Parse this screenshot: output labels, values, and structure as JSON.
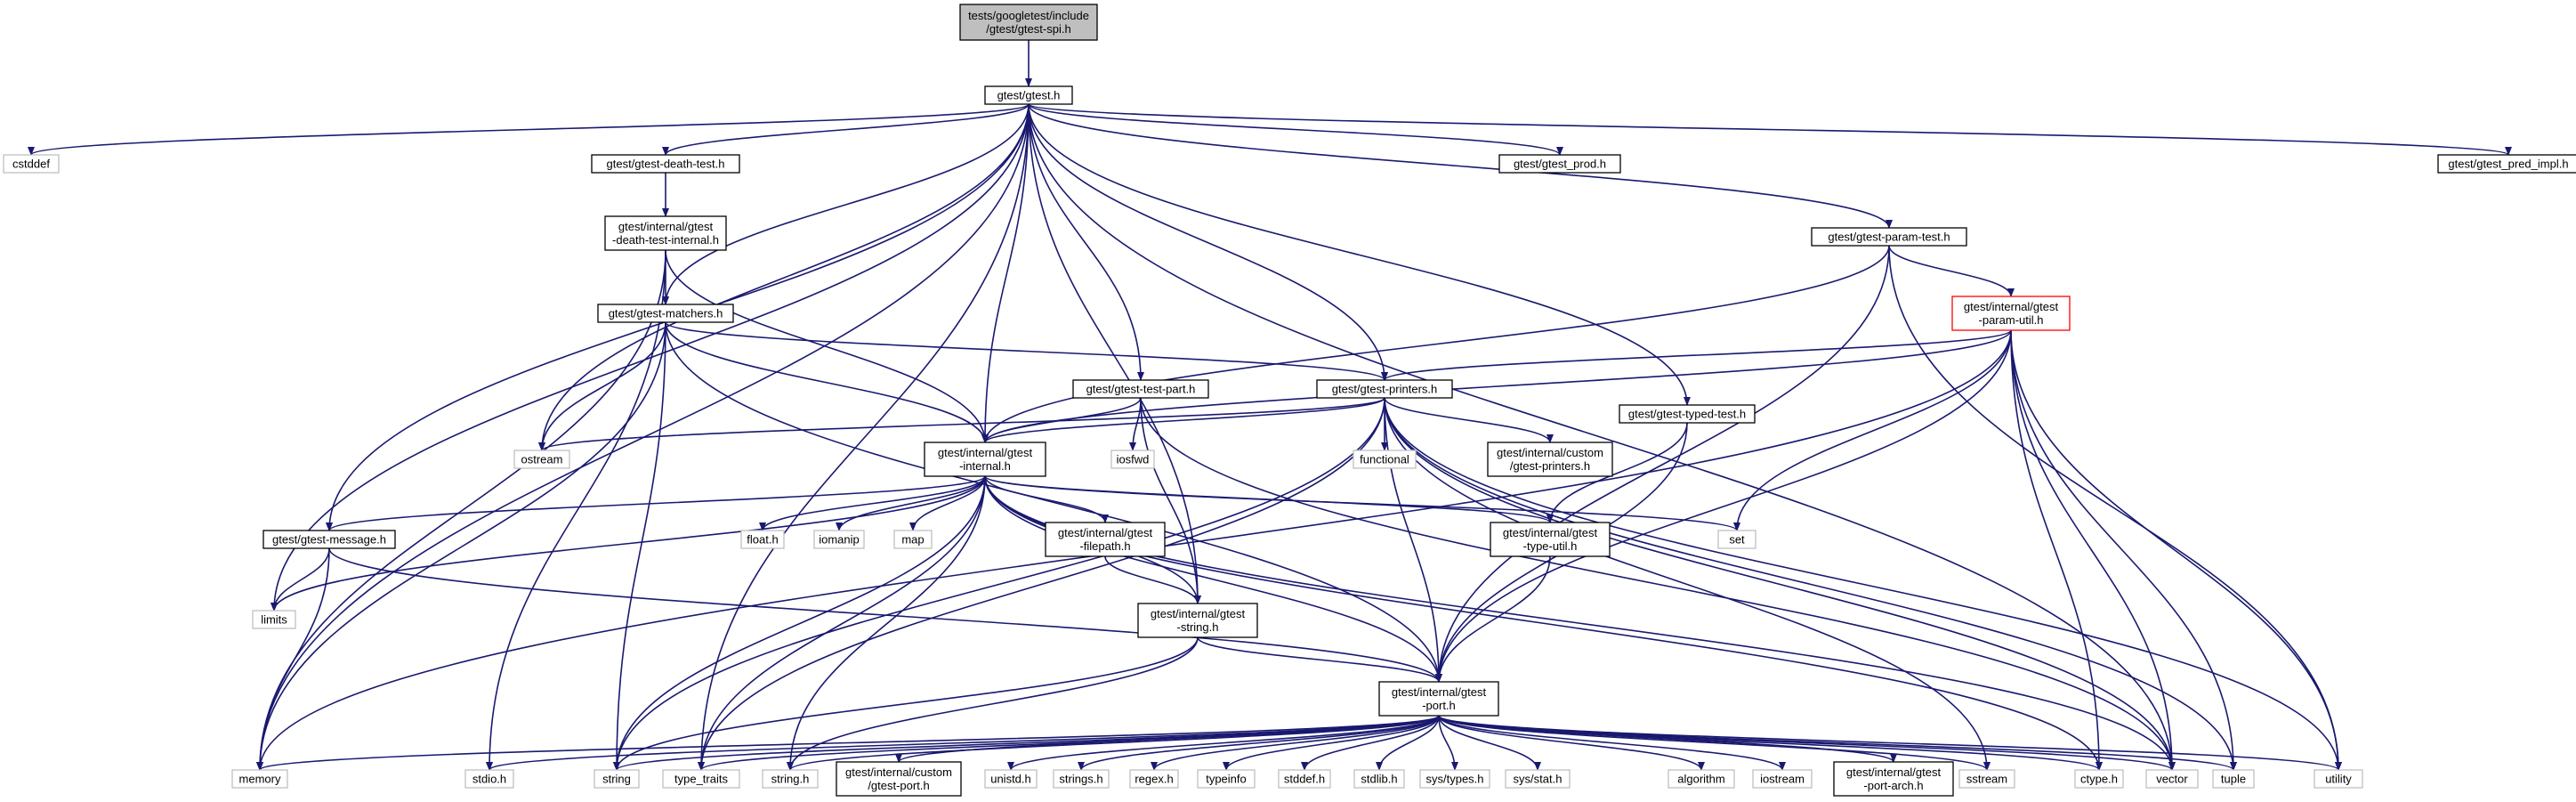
{
  "graph": {
    "colors": {
      "edge": "#191970",
      "root_fill": "#bfbfbf",
      "node_border": "#000000",
      "external_border": "#bfbfbf",
      "incomplete_border": "#ff0000"
    },
    "nodes": [
      {
        "id": "spi",
        "kind": "root",
        "lines": [
          "tests/googletest/include",
          "/gtest/gtest-spi.h"
        ]
      },
      {
        "id": "gtest",
        "kind": "internal",
        "lines": [
          "gtest/gtest.h"
        ]
      },
      {
        "id": "cstddef",
        "kind": "external",
        "lines": [
          "cstddef"
        ]
      },
      {
        "id": "death-test",
        "kind": "internal",
        "lines": [
          "gtest/gtest-death-test.h"
        ]
      },
      {
        "id": "prod",
        "kind": "internal",
        "lines": [
          "gtest/gtest_prod.h"
        ]
      },
      {
        "id": "pred-impl",
        "kind": "internal",
        "lines": [
          "gtest/gtest_pred_impl.h"
        ]
      },
      {
        "id": "death-internal",
        "kind": "internal",
        "lines": [
          "gtest/internal/gtest",
          "-death-test-internal.h"
        ]
      },
      {
        "id": "param-test",
        "kind": "internal",
        "lines": [
          "gtest/gtest-param-test.h"
        ]
      },
      {
        "id": "matchers",
        "kind": "internal",
        "lines": [
          "gtest/gtest-matchers.h"
        ]
      },
      {
        "id": "param-util",
        "kind": "incomplete",
        "lines": [
          "gtest/internal/gtest",
          "-param-util.h"
        ]
      },
      {
        "id": "test-part",
        "kind": "internal",
        "lines": [
          "gtest/gtest-test-part.h"
        ]
      },
      {
        "id": "printers",
        "kind": "internal",
        "lines": [
          "gtest/gtest-printers.h"
        ]
      },
      {
        "id": "ostream",
        "kind": "external",
        "lines": [
          "ostream"
        ]
      },
      {
        "id": "internal",
        "kind": "internal",
        "lines": [
          "gtest/internal/gtest",
          "-internal.h"
        ]
      },
      {
        "id": "iosfwd",
        "kind": "external",
        "lines": [
          "iosfwd"
        ]
      },
      {
        "id": "functional",
        "kind": "external",
        "lines": [
          "functional"
        ]
      },
      {
        "id": "custom-printers",
        "kind": "internal",
        "lines": [
          "gtest/internal/custom",
          "/gtest-printers.h"
        ]
      },
      {
        "id": "typed-test",
        "kind": "internal",
        "lines": [
          "gtest/gtest-typed-test.h"
        ]
      },
      {
        "id": "message",
        "kind": "internal",
        "lines": [
          "gtest/gtest-message.h"
        ]
      },
      {
        "id": "float",
        "kind": "external",
        "lines": [
          "float.h"
        ]
      },
      {
        "id": "iomanip",
        "kind": "external",
        "lines": [
          "iomanip"
        ]
      },
      {
        "id": "map",
        "kind": "external",
        "lines": [
          "map"
        ]
      },
      {
        "id": "filepath",
        "kind": "internal",
        "lines": [
          "gtest/internal/gtest",
          "-filepath.h"
        ]
      },
      {
        "id": "type-util",
        "kind": "internal",
        "lines": [
          "gtest/internal/gtest",
          "-type-util.h"
        ]
      },
      {
        "id": "set",
        "kind": "external",
        "lines": [
          "set"
        ]
      },
      {
        "id": "limits",
        "kind": "external",
        "lines": [
          "limits"
        ]
      },
      {
        "id": "string-h-int",
        "kind": "internal",
        "lines": [
          "gtest/internal/gtest",
          "-string.h"
        ]
      },
      {
        "id": "port",
        "kind": "internal",
        "lines": [
          "gtest/internal/gtest",
          "-port.h"
        ]
      },
      {
        "id": "memory",
        "kind": "external",
        "lines": [
          "memory"
        ]
      },
      {
        "id": "stdio",
        "kind": "external",
        "lines": [
          "stdio.h"
        ]
      },
      {
        "id": "string",
        "kind": "external",
        "lines": [
          "string"
        ]
      },
      {
        "id": "type_traits",
        "kind": "external",
        "lines": [
          "type_traits"
        ]
      },
      {
        "id": "string.h",
        "kind": "external",
        "lines": [
          "string.h"
        ]
      },
      {
        "id": "custom-port",
        "kind": "internal",
        "lines": [
          "gtest/internal/custom",
          "/gtest-port.h"
        ]
      },
      {
        "id": "unistd",
        "kind": "external",
        "lines": [
          "unistd.h"
        ]
      },
      {
        "id": "strings",
        "kind": "external",
        "lines": [
          "strings.h"
        ]
      },
      {
        "id": "regex",
        "kind": "external",
        "lines": [
          "regex.h"
        ]
      },
      {
        "id": "typeinfo",
        "kind": "external",
        "lines": [
          "typeinfo"
        ]
      },
      {
        "id": "stddef",
        "kind": "external",
        "lines": [
          "stddef.h"
        ]
      },
      {
        "id": "stdlib",
        "kind": "external",
        "lines": [
          "stdlib.h"
        ]
      },
      {
        "id": "systypes",
        "kind": "external",
        "lines": [
          "sys/types.h"
        ]
      },
      {
        "id": "sysstat",
        "kind": "external",
        "lines": [
          "sys/stat.h"
        ]
      },
      {
        "id": "algorithm",
        "kind": "external",
        "lines": [
          "algorithm"
        ]
      },
      {
        "id": "iostream",
        "kind": "external",
        "lines": [
          "iostream"
        ]
      },
      {
        "id": "port-arch",
        "kind": "internal",
        "lines": [
          "gtest/internal/gtest",
          "-port-arch.h"
        ]
      },
      {
        "id": "sstream",
        "kind": "external",
        "lines": [
          "sstream"
        ]
      },
      {
        "id": "ctype",
        "kind": "external",
        "lines": [
          "ctype.h"
        ]
      },
      {
        "id": "vector",
        "kind": "external",
        "lines": [
          "vector"
        ]
      },
      {
        "id": "tuple",
        "kind": "external",
        "lines": [
          "tuple"
        ]
      },
      {
        "id": "utility",
        "kind": "external",
        "lines": [
          "utility"
        ]
      }
    ],
    "edges": [
      [
        "spi",
        "gtest"
      ],
      [
        "gtest",
        "cstddef"
      ],
      [
        "gtest",
        "memory"
      ],
      [
        "gtest",
        "limits"
      ],
      [
        "gtest",
        "message"
      ],
      [
        "gtest",
        "death-test"
      ],
      [
        "gtest",
        "ostream"
      ],
      [
        "gtest",
        "matchers"
      ],
      [
        "gtest",
        "type_traits"
      ],
      [
        "gtest",
        "internal"
      ],
      [
        "gtest",
        "test-part"
      ],
      [
        "gtest",
        "string-h-int"
      ],
      [
        "gtest",
        "printers"
      ],
      [
        "gtest",
        "typed-test"
      ],
      [
        "gtest",
        "prod"
      ],
      [
        "gtest",
        "param-test"
      ],
      [
        "gtest",
        "vector"
      ],
      [
        "gtest",
        "pred-impl"
      ],
      [
        "death-test",
        "death-internal"
      ],
      [
        "death-internal",
        "matchers"
      ],
      [
        "death-internal",
        "internal"
      ],
      [
        "death-internal",
        "stdio"
      ],
      [
        "death-internal",
        "memory"
      ],
      [
        "matchers",
        "ostream"
      ],
      [
        "matchers",
        "string"
      ],
      [
        "matchers",
        "memory"
      ],
      [
        "matchers",
        "internal"
      ],
      [
        "matchers",
        "printers"
      ],
      [
        "matchers",
        "port"
      ],
      [
        "param-test",
        "param-util"
      ],
      [
        "param-test",
        "internal"
      ],
      [
        "param-test",
        "port"
      ],
      [
        "param-test",
        "utility"
      ],
      [
        "param-util",
        "printers"
      ],
      [
        "param-util",
        "internal"
      ],
      [
        "param-util",
        "set"
      ],
      [
        "param-util",
        "port"
      ],
      [
        "param-util",
        "memory"
      ],
      [
        "param-util",
        "ctype"
      ],
      [
        "param-util",
        "vector"
      ],
      [
        "param-util",
        "tuple"
      ],
      [
        "param-util",
        "utility"
      ],
      [
        "test-part",
        "internal"
      ],
      [
        "test-part",
        "iosfwd"
      ],
      [
        "test-part",
        "string-h-int"
      ],
      [
        "test-part",
        "vector"
      ],
      [
        "printers",
        "ostream"
      ],
      [
        "printers",
        "internal"
      ],
      [
        "printers",
        "functional"
      ],
      [
        "printers",
        "custom-printers"
      ],
      [
        "printers",
        "port"
      ],
      [
        "printers",
        "string"
      ],
      [
        "printers",
        "type_traits"
      ],
      [
        "printers",
        "vector"
      ],
      [
        "printers",
        "tuple"
      ],
      [
        "printers",
        "utility"
      ],
      [
        "printers",
        "sstream"
      ],
      [
        "typed-test",
        "type-util"
      ],
      [
        "typed-test",
        "port"
      ],
      [
        "internal",
        "message"
      ],
      [
        "internal",
        "float"
      ],
      [
        "internal",
        "iomanip"
      ],
      [
        "internal",
        "map"
      ],
      [
        "internal",
        "filepath"
      ],
      [
        "internal",
        "type-util"
      ],
      [
        "internal",
        "set"
      ],
      [
        "internal",
        "limits"
      ],
      [
        "internal",
        "string-h-int"
      ],
      [
        "internal",
        "port"
      ],
      [
        "internal",
        "string"
      ],
      [
        "internal",
        "type_traits"
      ],
      [
        "internal",
        "string.h"
      ],
      [
        "internal",
        "ctype"
      ],
      [
        "internal",
        "vector"
      ],
      [
        "message",
        "limits"
      ],
      [
        "message",
        "memory"
      ],
      [
        "message",
        "port"
      ],
      [
        "filepath",
        "string-h-int"
      ],
      [
        "type-util",
        "port"
      ],
      [
        "string-h-int",
        "port"
      ],
      [
        "string-h-int",
        "string"
      ],
      [
        "string-h-int",
        "string.h"
      ],
      [
        "port",
        "memory"
      ],
      [
        "port",
        "stdio"
      ],
      [
        "port",
        "string"
      ],
      [
        "port",
        "type_traits"
      ],
      [
        "port",
        "string.h"
      ],
      [
        "port",
        "custom-port"
      ],
      [
        "port",
        "unistd"
      ],
      [
        "port",
        "strings"
      ],
      [
        "port",
        "regex"
      ],
      [
        "port",
        "typeinfo"
      ],
      [
        "port",
        "stddef"
      ],
      [
        "port",
        "stdlib"
      ],
      [
        "port",
        "systypes"
      ],
      [
        "port",
        "sysstat"
      ],
      [
        "port",
        "algorithm"
      ],
      [
        "port",
        "iostream"
      ],
      [
        "port",
        "port-arch"
      ],
      [
        "port",
        "sstream"
      ],
      [
        "port",
        "ctype"
      ],
      [
        "port",
        "vector"
      ],
      [
        "port",
        "tuple"
      ],
      [
        "port",
        "utility"
      ]
    ]
  }
}
